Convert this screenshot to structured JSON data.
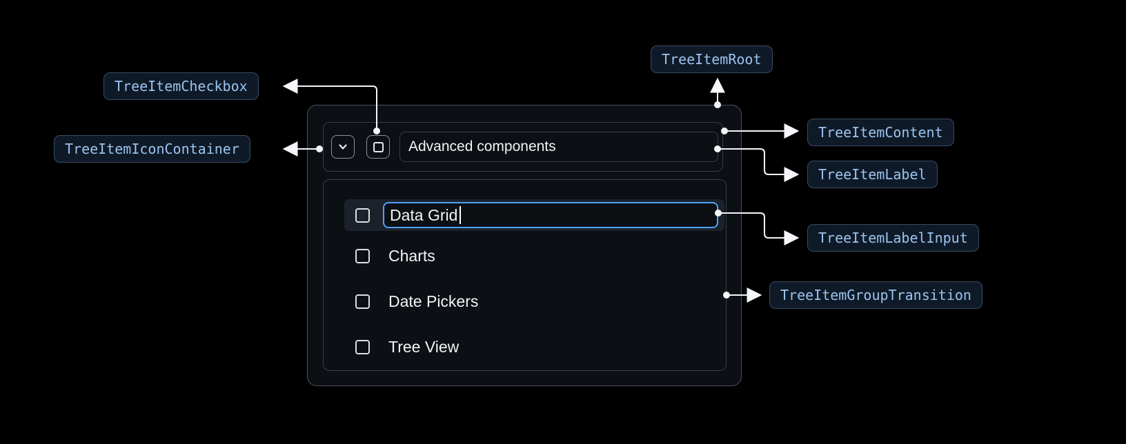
{
  "annotations": {
    "checkbox": "TreeItemCheckbox",
    "icon_container": "TreeItemIconContainer",
    "root": "TreeItemRoot",
    "content": "TreeItemContent",
    "label": "TreeItemLabel",
    "label_input": "TreeItemLabelInput",
    "group_transition": "TreeItemGroupTransition"
  },
  "tree": {
    "parent": {
      "label": "Advanced components",
      "expand_icon": "chevron-down-icon",
      "checkbox_state": "indeterminate",
      "expanded": true
    },
    "items": [
      {
        "label": "Data Grid",
        "editing": true,
        "checkbox_state": "unchecked"
      },
      {
        "label": "Charts",
        "editing": false,
        "checkbox_state": "unchecked"
      },
      {
        "label": "Date Pickers",
        "editing": false,
        "checkbox_state": "unchecked"
      },
      {
        "label": "Tree View",
        "editing": false,
        "checkbox_state": "unchecked"
      }
    ]
  },
  "colors": {
    "background": "#000000",
    "chip_text": "#9cc4ee",
    "chip_border": "#3a4c63",
    "chip_background": "#0f1a28",
    "accent_input_border": "#4da3ff",
    "arrow": "#f5f7fa",
    "row_highlight": "#1c222b",
    "text": "#f2f4f7"
  }
}
